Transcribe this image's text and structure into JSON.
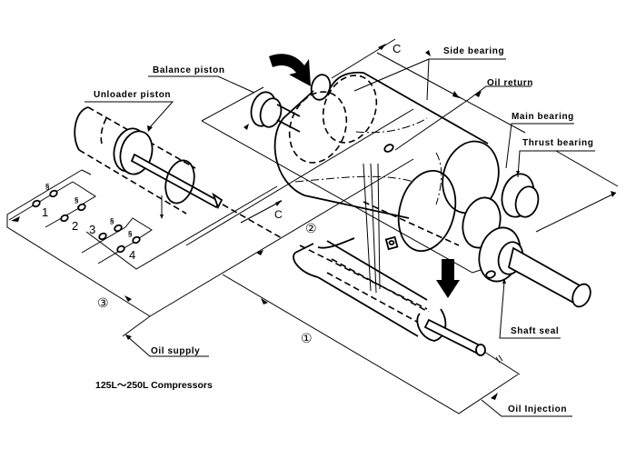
{
  "diagram": {
    "caption": "125L〜250L Compressors",
    "labels": {
      "balance_piston": "Balance piston",
      "unloader_piston": "Unloader piston",
      "side_bearing": "Side bearing",
      "oil_return": "Oil return",
      "main_bearing": "Main bearing",
      "thrust_bearing": "Thrust bearing",
      "shaft_seal": "Shaft seal",
      "oil_supply": "Oil supply",
      "oil_injection": "Oil Injection"
    },
    "section_marks": {
      "top": "C",
      "middle": "C"
    },
    "circled_numbers": {
      "line_1": "①",
      "line_2": "②",
      "line_3": "③"
    },
    "solenoid_valves": [
      "1",
      "2",
      "3",
      "4"
    ]
  }
}
